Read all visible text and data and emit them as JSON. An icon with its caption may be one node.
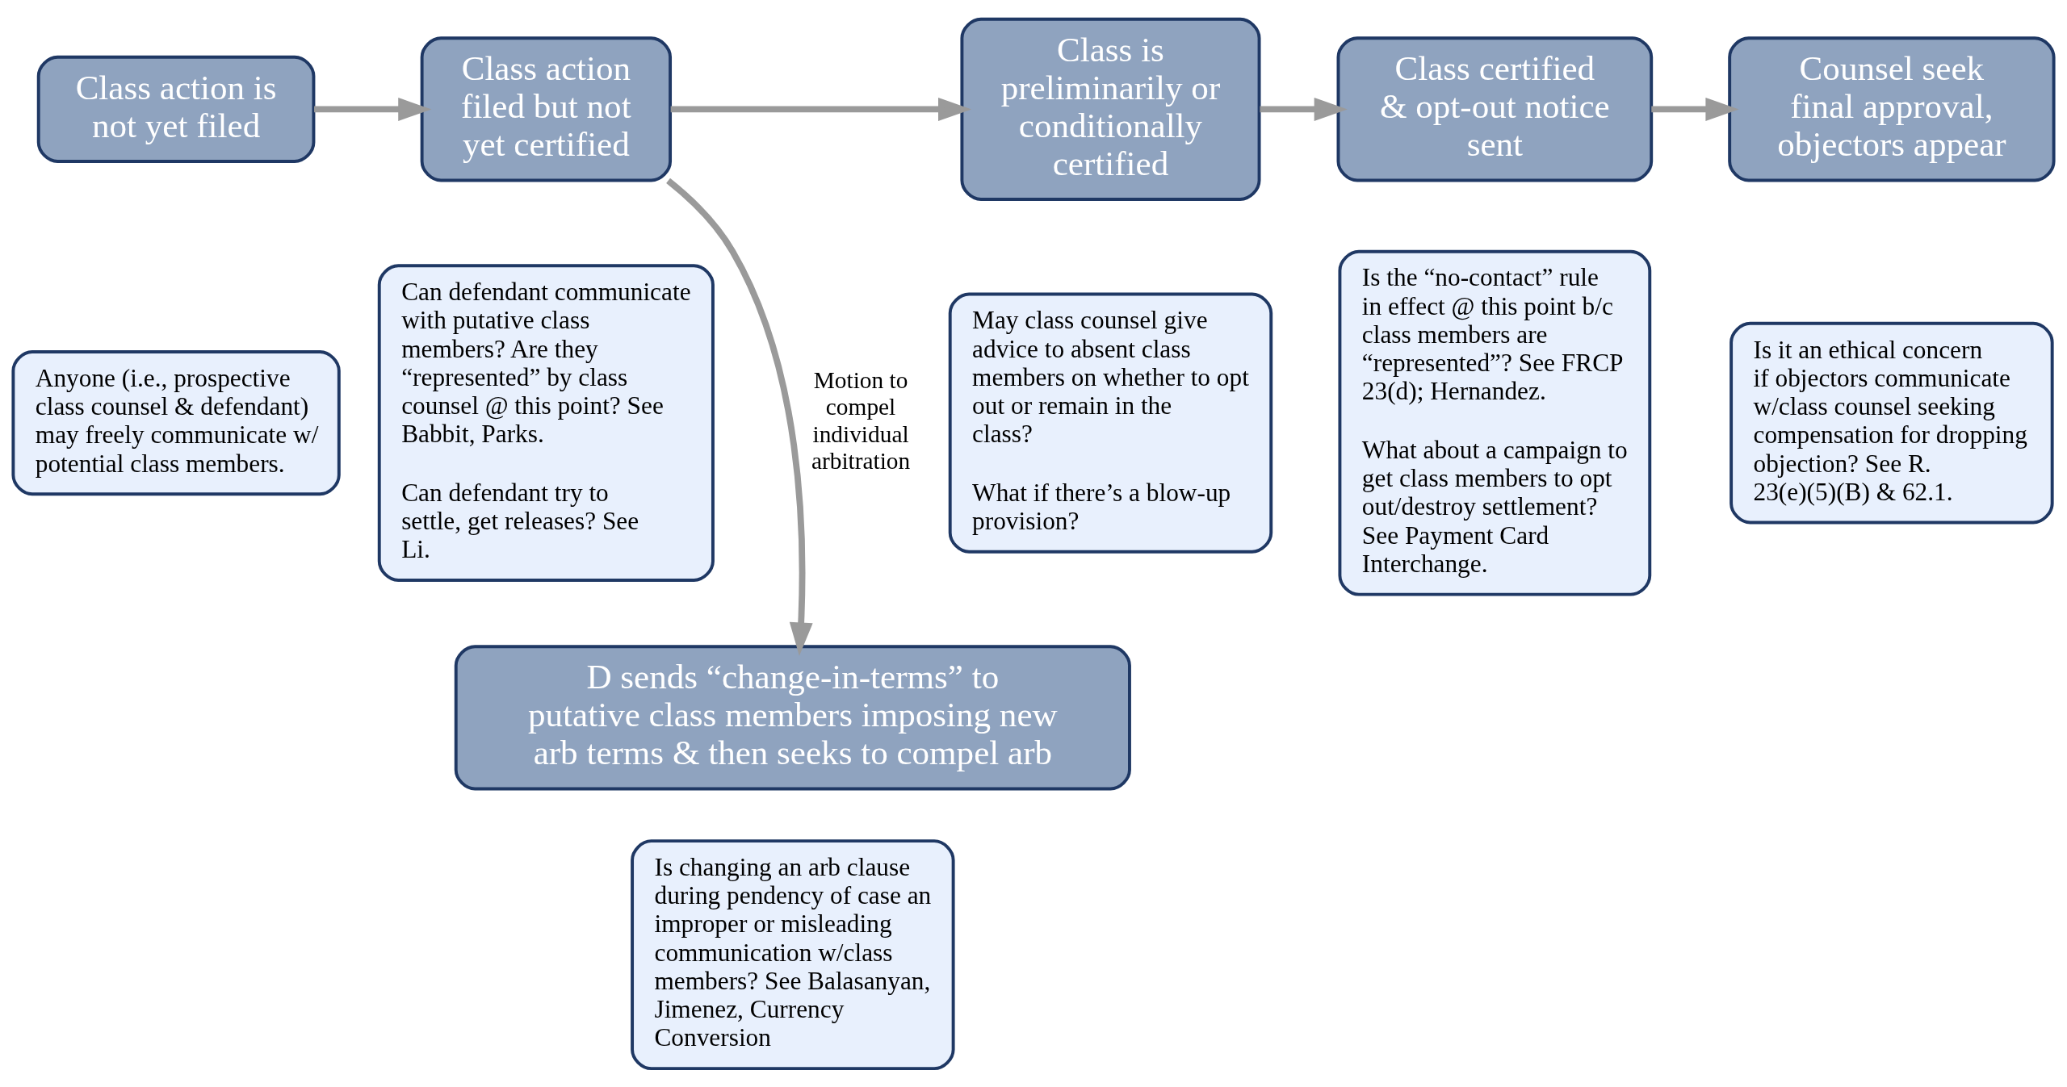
{
  "diagram": {
    "nodes": [
      {
        "text": [
          "Class action is not yet filed"
        ]
      },
      {
        "text": [
          "Anyone (i.e., prospective class counsel & defendant) may freely communicate w/ potential class members."
        ]
      },
      {
        "text": [
          "Class action filed but not yet certified"
        ]
      },
      {
        "text": [
          "Can defendant communicate with putative class members? Are they “represented” by class counsel @ this point? See Babbit, Parks.",
          "Can defendant try to settle, get releases? See Li."
        ]
      },
      {
        "text": [
          "Class is preliminarily or conditionally certified"
        ]
      },
      {
        "text": [
          "May class counsel give advice to absent class members on whether to opt out or remain in the class?",
          "What if there’s a blow-up provision?"
        ]
      },
      {
        "text": [
          "Class certified & opt-out notice sent"
        ]
      },
      {
        "text": [
          "Is the “no-contact” rule in effect @ this point b/c class members are “represented”? See FRCP 23(d); Hernandez.",
          "What about a campaign to get class members to opt out/destroy settlement? See Payment Card Interchange."
        ]
      },
      {
        "text": [
          "Counsel seek final approval, objectors appear"
        ]
      },
      {
        "text": [
          "Is it an ethical concern if objectors communicate w/class counsel seeking compensation for dropping objection? See R. 23(e)(5)(B) & 62.1."
        ]
      },
      {
        "text": [
          "D sends “change-in-terms” to putative class members imposing new arb terms & then seeks to compel arb"
        ]
      },
      {
        "text": [
          "Is changing an arb clause during pendency of case an improper or misleading communication w/class members? See Balasanyan, Jimenez, Currency Conversion"
        ]
      }
    ],
    "edges": [
      {
        "from": 0,
        "to": 2,
        "arrow": "to"
      },
      {
        "from": 2,
        "to": 4,
        "arrow": "to"
      },
      {
        "from": 4,
        "to": 6,
        "arrow": "to"
      },
      {
        "from": 6,
        "to": 8,
        "arrow": "to"
      },
      {
        "from": 2,
        "to": 10,
        "arrow": "to",
        "label": "Motion to compel individual arbitration"
      }
    ]
  }
}
